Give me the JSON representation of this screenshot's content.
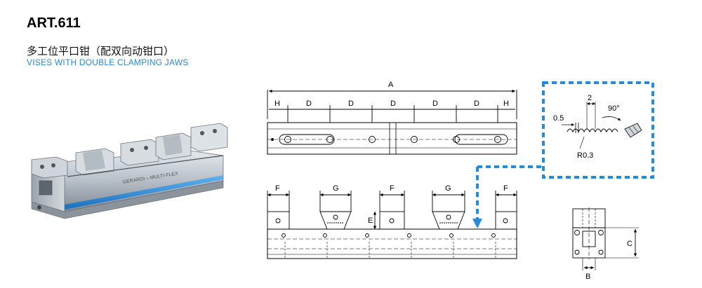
{
  "header": {
    "title": "ART.611",
    "subtitle_cn": "多工位平口钳（配双向动钳口）",
    "subtitle_en": "VISES WITH DOUBLE CLAMPING JAWS"
  },
  "dimensions": {
    "top_view": {
      "overall": "A",
      "h_left": "H",
      "d1": "D",
      "d2": "D",
      "d3": "D",
      "d4": "D",
      "d5": "D",
      "h_right": "H"
    },
    "side_view": {
      "f1": "F",
      "g1": "G",
      "f2": "F",
      "g2": "G",
      "f3": "F",
      "e": "E"
    },
    "end_view": {
      "c": "C",
      "b": "B"
    },
    "detail": {
      "pitch": "2",
      "angle": "90°",
      "depth": "0.5",
      "radius": "R0.3"
    }
  },
  "product_photo": {
    "label": "GERARDI – MULTI-FLEX"
  },
  "colors": {
    "accent": "#2a8ad4",
    "line": "#000000",
    "metal": "#b9c0c8"
  }
}
